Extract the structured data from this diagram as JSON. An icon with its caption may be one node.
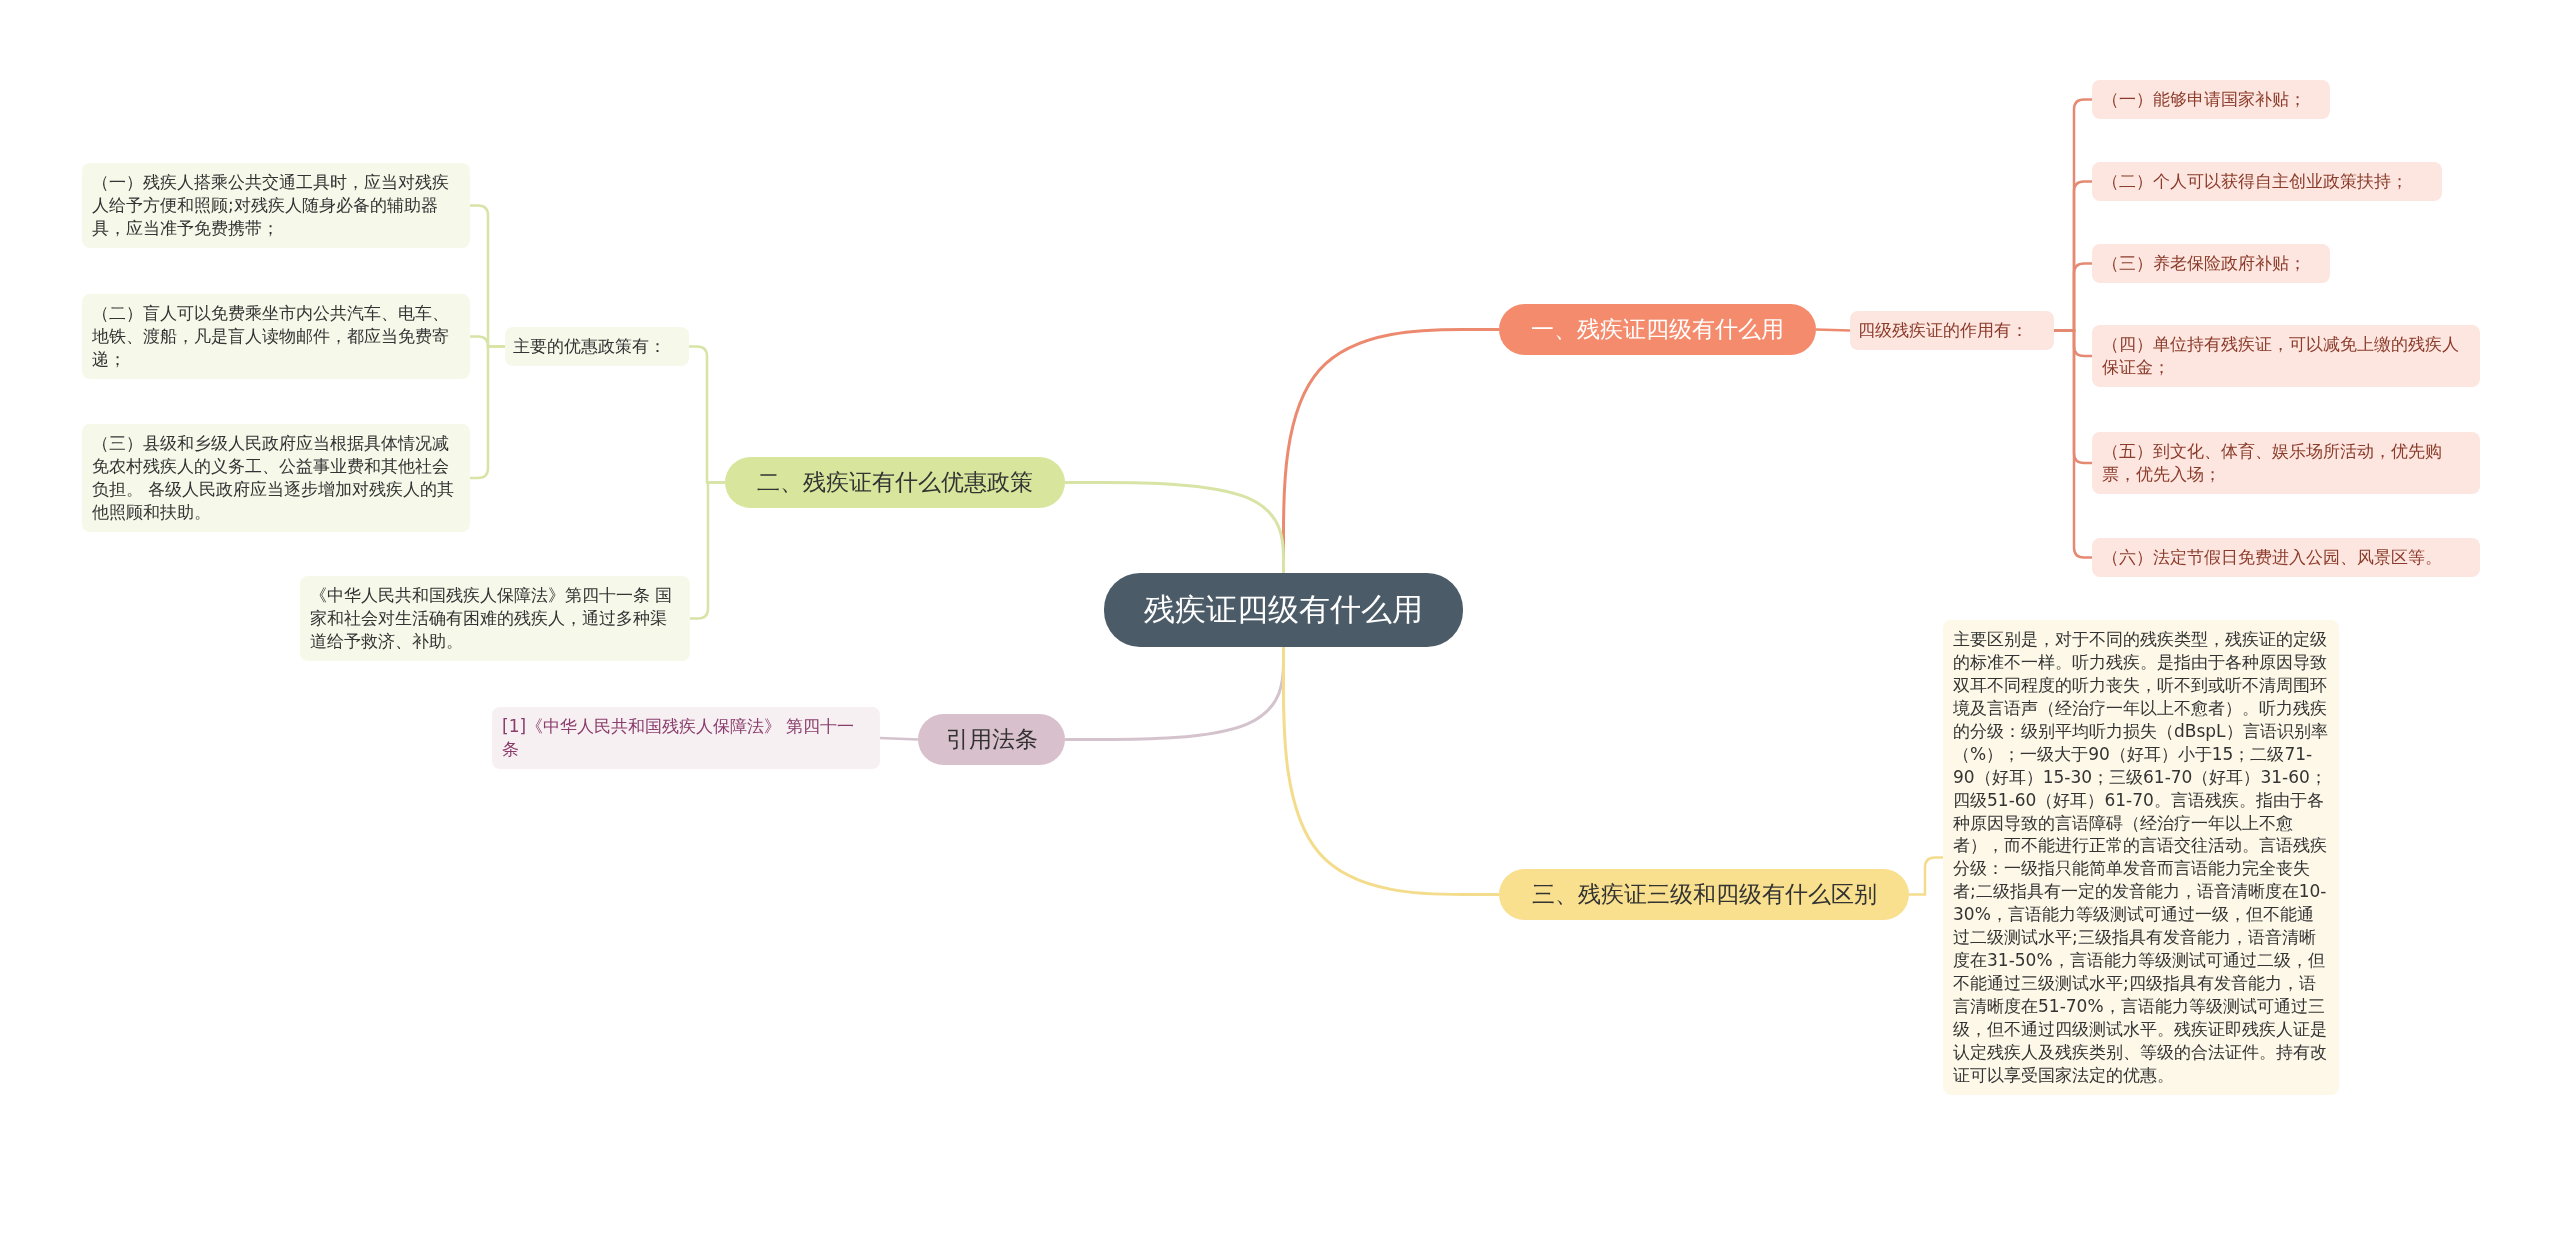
{
  "diagram": {
    "nodes": [
      {
        "text": [
          "残疾证四级有什么用"
        ]
      },
      {
        "text": [
          "一、残疾证四级有什么用"
        ]
      },
      {
        "text": [
          "四级残疾证的作用有："
        ]
      },
      {
        "text": [
          "（一）能够申请国家补贴；"
        ]
      },
      {
        "text": [
          "（二）个人可以获得自主创业政策扶持；"
        ]
      },
      {
        "text": [
          "（三）养老保险政府补贴；"
        ]
      },
      {
        "text": [
          "（四）单位持有残疾证，可以减免上缴的残疾人保证金；"
        ]
      },
      {
        "text": [
          "（五）到文化、体育、娱乐场所活动，优先购票，优先入场；"
        ]
      },
      {
        "text": [
          "（六）法定节假日免费进入公园、风景区等。"
        ]
      },
      {
        "text": [
          "二、残疾证有什么优惠政策"
        ]
      },
      {
        "text": [
          "主要的优惠政策有："
        ]
      },
      {
        "text": [
          "（一）残疾人搭乘公共交通工具时，应当对残疾人给予方便和照顾;对残疾人随身必备的辅助器具，应当准予免费携带；"
        ]
      },
      {
        "text": [
          "（二）盲人可以免费乘坐市内公共汽车、电车、地铁、渡船，凡是盲人读物邮件，都应当免费寄递；"
        ]
      },
      {
        "text": [
          "（三）县级和乡级人民政府应当根据具体情况减免农村残疾人的义务工、公益事业费和其他社会负担。 各级人民政府应当逐步增加对残疾人的其他照顾和扶助。"
        ]
      },
      {
        "text": [
          "《中华人民共和国残疾人保障法》第四十一条 国家和社会对生活确有困难的残疾人，通过多种渠道给予救济、补助。"
        ]
      },
      {
        "text": [
          "引用法条"
        ]
      },
      {
        "text": [
          "[1]《中华人民共和国残疾人保障法》 第四十一条"
        ]
      },
      {
        "text": [
          "三、残疾证三级和四级有什么区别"
        ]
      },
      {
        "text": [
          "主要区别是，对于不同的残疾类型，残疾证的定级的标准不一样。听力残疾。是指由于各种原因导致双耳不同程度的听力丧失，听不到或听不清周围环境及言语声（经治疗一年以上不愈者）。听力残疾的分级：级别平均听力损失（dBspL）言语识别率（%）；一级大于90（好耳）小于15；二级71-90（好耳）15-30；三级61-70（好耳）31-60；四级51-60（好耳）61-70。言语残疾。指由于各种原因导致的言语障碍（经治疗一年以上不愈者），而不能进行正常的言语交往活动。言语残疾分级：一级指只能简单发音而言语能力完全丧失者;二级指具有一定的发音能力，语音清晰度在10-30%，言语能力等级测试可通过一级，但不能通过二级测试水平;三级指具有发音能力，语音清晰度在31-50%，言语能力等级测试可通过二级，但不能通过三级测试水平;四级指具有发音能力，语言清晰度在51-70%，言语能力等级测试可通过三级，但不通过四级测试水平。残疾证即残疾人证是认定残疾人及残疾类别、等级的合法证件。持有改证可以享受国家法定的优惠。"
        ]
      }
    ],
    "edges": [
      {
        "from": 0,
        "to": 1,
        "arrow": "none",
        "color": "#ec8a6f"
      },
      {
        "from": 1,
        "to": 2,
        "arrow": "none",
        "color": "#ec8a6f"
      },
      {
        "from": 2,
        "to": 3,
        "arrow": "none",
        "color": "#e58a72"
      },
      {
        "from": 2,
        "to": 4,
        "arrow": "none",
        "color": "#e58a72"
      },
      {
        "from": 2,
        "to": 5,
        "arrow": "none",
        "color": "#e58a72"
      },
      {
        "from": 2,
        "to": 6,
        "arrow": "none",
        "color": "#e58a72"
      },
      {
        "from": 2,
        "to": 7,
        "arrow": "none",
        "color": "#e58a72"
      },
      {
        "from": 2,
        "to": 8,
        "arrow": "none",
        "color": "#e58a72"
      },
      {
        "from": 0,
        "to": 9,
        "arrow": "none",
        "color": "#d8e4a6"
      },
      {
        "from": 9,
        "to": 10,
        "arrow": "none",
        "color": "#d8e4a6"
      },
      {
        "from": 9,
        "to": 14,
        "arrow": "none",
        "color": "#d8e4a6"
      },
      {
        "from": 10,
        "to": 11,
        "arrow": "none",
        "color": "#d8e4a6"
      },
      {
        "from": 10,
        "to": 12,
        "arrow": "none",
        "color": "#d8e4a6"
      },
      {
        "from": 10,
        "to": 13,
        "arrow": "none",
        "color": "#d8e4a6"
      },
      {
        "from": 0,
        "to": 15,
        "arrow": "none",
        "color": "#d4c2cc"
      },
      {
        "from": 15,
        "to": 16,
        "arrow": "none",
        "color": "#d4c2cc"
      },
      {
        "from": 0,
        "to": 17,
        "arrow": "none",
        "color": "#f3dc8c"
      },
      {
        "from": 17,
        "to": 18,
        "arrow": "none",
        "color": "#f3dc8c"
      }
    ]
  }
}
